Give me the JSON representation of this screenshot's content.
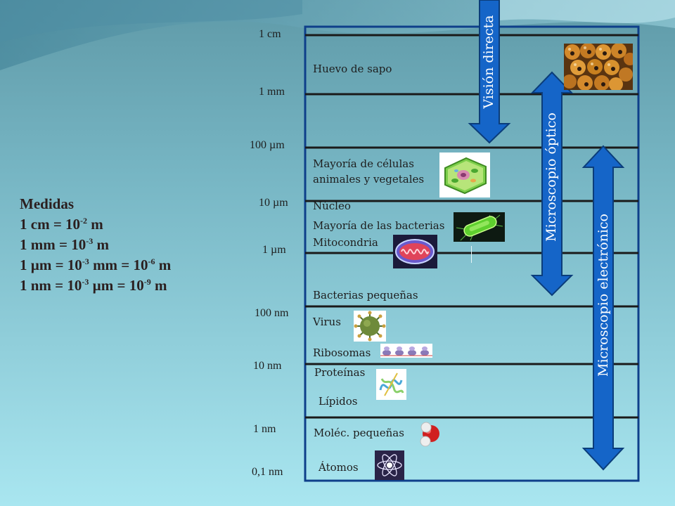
{
  "measures": {
    "title": "Medidas",
    "lines": [
      {
        "pre": "1 cm = 10",
        "sup1": "-2",
        "mid": " m",
        "sup2": "",
        "post": ""
      },
      {
        "pre": "1 mm = 10",
        "sup1": "-3",
        "mid": " m",
        "sup2": "",
        "post": ""
      },
      {
        "pre": "1 µm = 10",
        "sup1": "-3",
        "mid": " mm = 10",
        "sup2": "-6",
        "post": " m"
      },
      {
        "pre": "1 nm = 10",
        "sup1": "-3",
        "mid": " µm = 10",
        "sup2": "-9",
        "post": " m"
      }
    ]
  },
  "scale": [
    "1 cm",
    "1 mm",
    "100 µm",
    "10 µm",
    "1 µm",
    "100 nm",
    "10 nm",
    "1 nm",
    "0,1 nm"
  ],
  "items": {
    "huevo": "Huevo de sapo",
    "celulas_1": "Mayoría de células",
    "celulas_2": "animales y vegetales",
    "nucleo": "Núcleo",
    "bacterias": "Mayoría de las bacterias",
    "mitocondria": "Mitocondria",
    "bacterias_peq": "Bacterias pequeñas",
    "virus": "Virus",
    "ribosomas": "Ribosomas",
    "proteinas": "Proteínas",
    "lipidos": "Lípidos",
    "molec": "Moléc. pequeñas",
    "atomos": "Átomos"
  },
  "arrows": {
    "vision": "Visión directa",
    "optico": "Microscopio óptico",
    "electronico": "Microscopio electrónico"
  },
  "colors": {
    "frame": "#0e3f8a",
    "arrow": "#1565c8",
    "line": "#1a1a1a"
  }
}
